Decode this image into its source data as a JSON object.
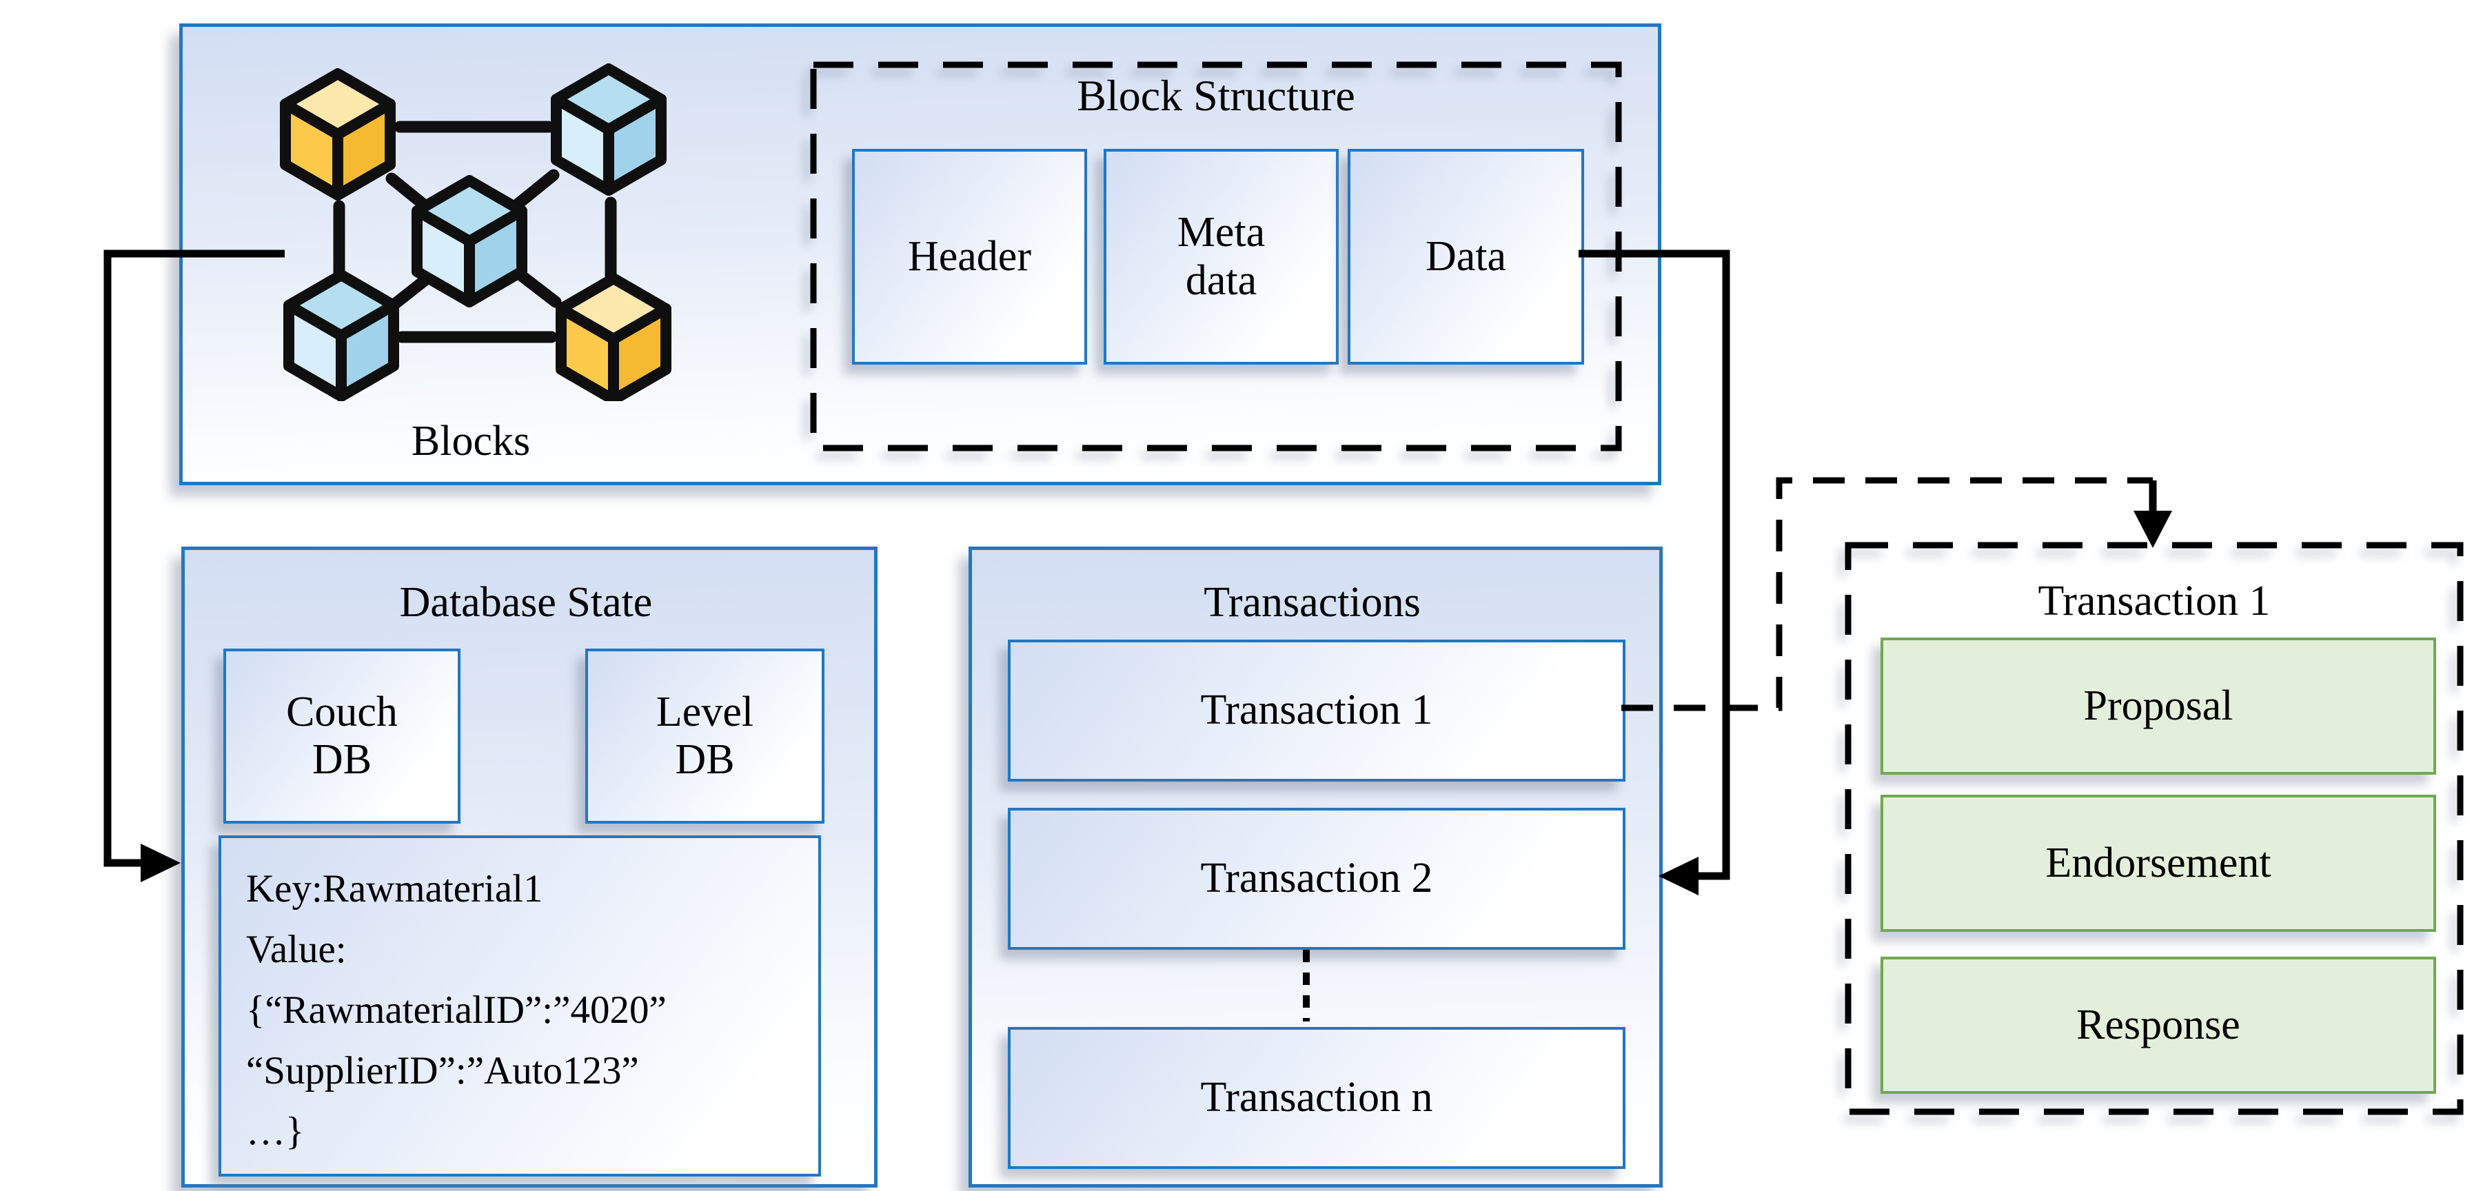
{
  "blockchain_panel": {
    "blocks_label": "Blocks",
    "block_structure": {
      "title": "Block Structure",
      "components": [
        {
          "label": "Header"
        },
        {
          "label": "Meta\ndata"
        },
        {
          "label": "Data"
        }
      ]
    }
  },
  "database_state": {
    "title": "Database State",
    "databases": [
      {
        "label": "Couch\nDB"
      },
      {
        "label": "Level\nDB"
      }
    ],
    "record_lines": [
      "Key:Rawmaterial1",
      "Value:",
      "{“RawmaterialID”:”4020”",
      "“SupplierID”:”Auto123”",
      "…}"
    ]
  },
  "transactions": {
    "title": "Transactions",
    "items": [
      {
        "label": "Transaction 1"
      },
      {
        "label": "Transaction 2"
      },
      {
        "label": "Transaction n"
      }
    ]
  },
  "transaction_detail": {
    "title": "Transaction 1",
    "phases": [
      {
        "label": "Proposal"
      },
      {
        "label": "Endorsement"
      },
      {
        "label": "Response"
      }
    ]
  },
  "icons": {
    "blocks_network_icon": "five linked cubes"
  },
  "colors": {
    "border_blue": "#2277c3",
    "fill_blue_light": "#d3def3",
    "green_border": "#70a94f",
    "green_fill": "#e4efdb",
    "cube_yellow_top": "#fce8ad",
    "cube_yellow_left": "#fcc94b",
    "cube_yellow_right": "#f5ba32",
    "cube_blue_top": "#b5def1",
    "cube_blue_left": "#d8eefa",
    "cube_blue_right": "#a0d3eb",
    "line_black": "#000000"
  }
}
